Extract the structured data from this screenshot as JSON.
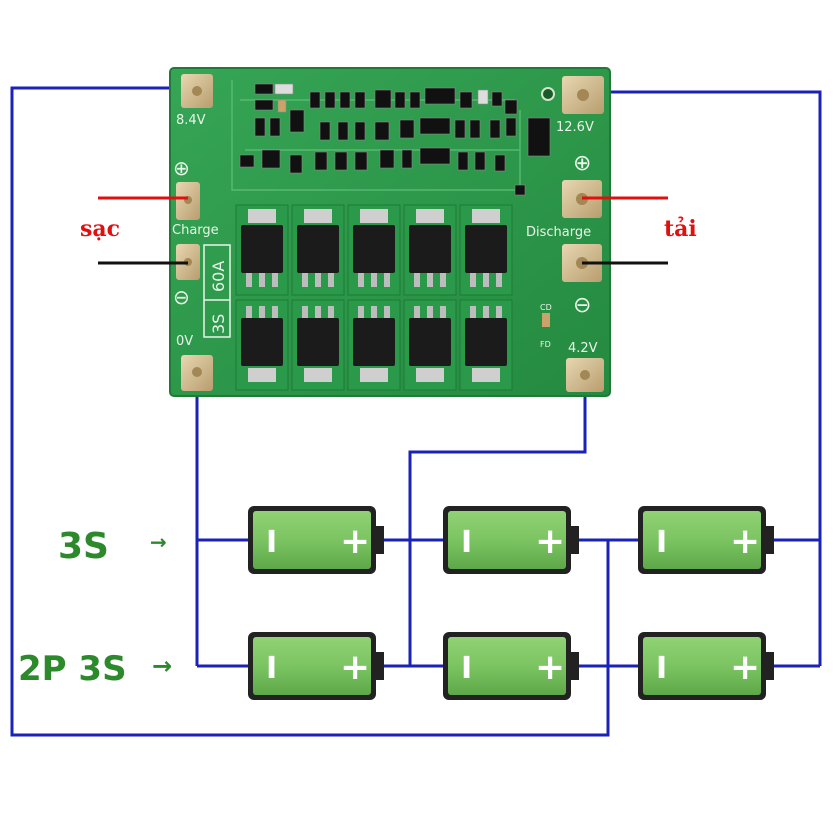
{
  "board": {
    "pad_top_left": "8.4V",
    "pad_top_right": "12.6V",
    "pad_charge": "Charge",
    "pad_discharge": "Discharge",
    "pad_bottom_left": "0V",
    "pad_bottom_right": "4.2V",
    "rating": "3S 60A",
    "rating_3s": "3S",
    "rating_60a": "60A",
    "small_cd": "CD",
    "small_fd": "FD",
    "plus_symbol": "⊕",
    "minus_symbol": "⊖"
  },
  "labels": {
    "charge_vn": "sạc",
    "load_vn": "tải",
    "row1": "3S",
    "row2": "2P 3S",
    "arrow": "→"
  },
  "battery": {
    "minus": "I",
    "plus": "+"
  },
  "colors": {
    "wire": "#1a22b8",
    "board": "#2f9a4c",
    "battery": "#7cc462",
    "label_green": "#2c8a2c",
    "label_red": "#e01010"
  }
}
